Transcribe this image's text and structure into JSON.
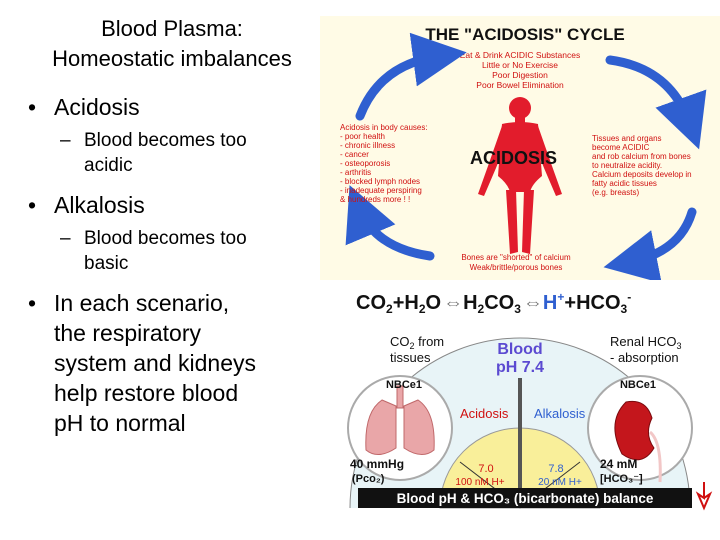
{
  "slide": {
    "title_line1": "Blood Plasma:",
    "title_line2": "Homeostatic imbalances",
    "bullets": [
      {
        "text": "Acidosis",
        "sub": [
          "Blood becomes too",
          "acidic"
        ]
      },
      {
        "text": "Alkalosis",
        "sub": [
          "Blood becomes too",
          "basic"
        ]
      },
      {
        "text_lines": [
          "In each scenario,",
          "the respiratory",
          "system and kidneys",
          "help restore blood",
          "pH to normal"
        ]
      }
    ]
  },
  "cycle": {
    "title": "THE \"ACIDOSIS\" CYCLE",
    "top_lines": [
      "Eat & Drink ACIDIC Substances",
      "Little or No Exercise",
      "Poor Digestion",
      "Poor Bowel Elimination"
    ],
    "left_lines": [
      "Acidosis in body causes:",
      "- poor health",
      "- chronic illness",
      "- cancer",
      "- osteoporosis",
      "- arthritis",
      "- blocked lymph nodes",
      "- inadequate perspiring",
      "& hundreds more ! !"
    ],
    "center_label": "ACIDOSIS",
    "right_lines": [
      "Tissues and organs",
      "become ACIDIC",
      "and rob calcium from bones",
      "to neutralize acidity.",
      "Calcium deposits develop in",
      "fatty acidic tissues",
      "(e.g. breasts)"
    ],
    "bottom_lines": [
      "Bones are \"shorted\" of calcium",
      "Weak/brittle/porous bones"
    ],
    "colors": {
      "arrow": "#2f5fd0",
      "text": "#d01010",
      "body": "#e21c2c"
    }
  },
  "ph": {
    "equation": {
      "co2": "CO",
      "co2_sub": "2",
      "h2o_h": "H",
      "h2o_sub": "2",
      "h2o_o": "O",
      "h2co3_h": "H",
      "h2co3_sub1": "2",
      "h2co3_co": "CO",
      "h2co3_sub2": "3",
      "hplus": "H",
      "hplus_sup": "+",
      "plus1": "+",
      "plus2": "+",
      "hco3": "HCO",
      "hco3_sub": "3",
      "hco3_sup": "-"
    },
    "co2_from_1": "CO",
    "co2_from_sub": "2",
    "co2_from_2": " from",
    "tissues": "tissues",
    "blood_label": "Blood",
    "blood_ph": "pH 7.4",
    "renal_1": "Renal HCO",
    "renal_sub": "3",
    "absorption": "- absorption",
    "nbce_left": "NBCe1",
    "nbce_right": "NBCe1",
    "acidosis": "Acidosis",
    "alkalosis": "Alkalosis",
    "left_value": "40 mmHg",
    "left_param": "(Pco₂)",
    "acid_ph": "7.0",
    "acid_h": "100 nM H+",
    "alk_ph": "7.8",
    "alk_h": "20 nM H+",
    "right_value": "24 mM",
    "right_param": "[HCO₃⁻]",
    "banner": "Blood pH & HCO₃ (bicarbonate) balance"
  }
}
